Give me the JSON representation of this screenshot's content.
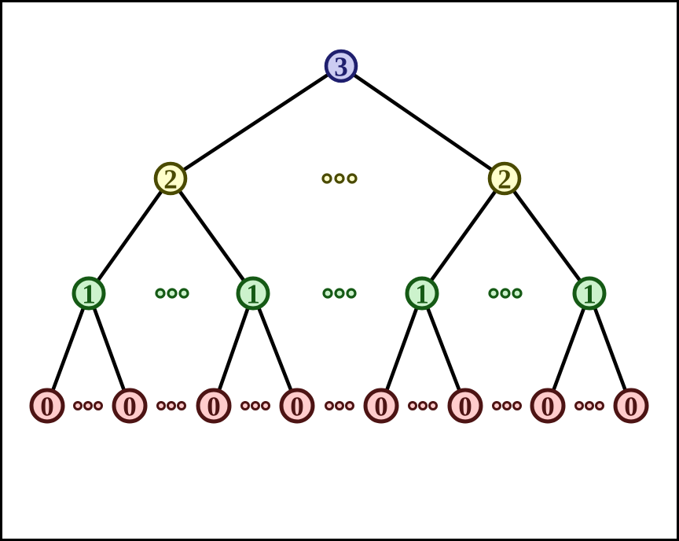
{
  "diagram": {
    "type": "recursion-tree",
    "background_color": "#ffffff",
    "frame_border_color": "#000000",
    "edge_color": "#000000",
    "ellipsis_symbol": "...",
    "levels": [
      {
        "depth": 3,
        "label": "3",
        "fill": "#ccccf2",
        "stroke": "#1f1f6e",
        "node_count": 1,
        "ellipsis_group_count": 0
      },
      {
        "depth": 2,
        "label": "2",
        "fill": "#ffffcc",
        "stroke": "#4a4a00",
        "node_count": 2,
        "ellipsis_group_count": 1
      },
      {
        "depth": 1,
        "label": "1",
        "fill": "#ccf2cc",
        "stroke": "#155a15",
        "node_count": 4,
        "ellipsis_group_count": 3
      },
      {
        "depth": 0,
        "label": "0",
        "fill": "#ffcccc",
        "stroke": "#4d1414",
        "node_count": 8,
        "ellipsis_group_count": 7
      }
    ]
  }
}
